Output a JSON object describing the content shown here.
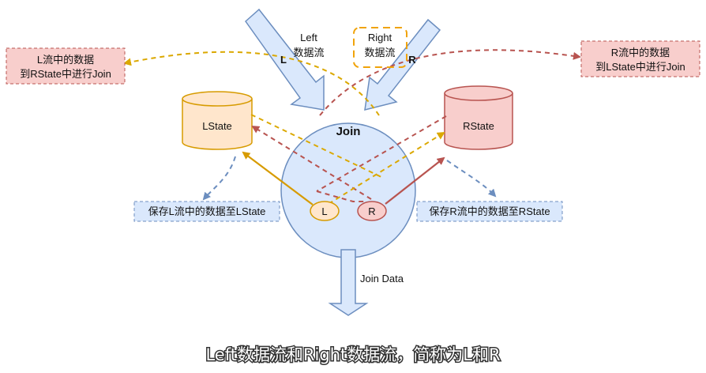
{
  "colors": {
    "blue_fill": "#dae8fc",
    "blue_stroke": "#6c8ebf",
    "orange_fill": "#ffe6cc",
    "orange_stroke": "#d79b00",
    "red_fill": "#f8cecc",
    "red_stroke": "#b85450",
    "gold_dash": "#dba800"
  },
  "arrows": {
    "left_stream": {
      "label_line1": "Left",
      "label_line2": "数据流",
      "tag": "L"
    },
    "right_stream": {
      "label_line1": "Right",
      "label_line2": "数据流",
      "tag": "R"
    },
    "output": {
      "label": "Join Data"
    }
  },
  "join": {
    "title": "Join",
    "node_l": "L",
    "node_r": "R"
  },
  "lstate": {
    "label": "LState"
  },
  "rstate": {
    "label": "RState"
  },
  "notes": {
    "left_join": {
      "line1": "L流中的数据",
      "line2": "到RState中进行Join"
    },
    "right_join": {
      "line1": "R流中的数据",
      "line2": "到LState中进行Join"
    },
    "save_left": "保存L流中的数据至LState",
    "save_right": "保存R流中的数据至RState"
  },
  "caption": "Left数据流和Right数据流，简称为L和R"
}
